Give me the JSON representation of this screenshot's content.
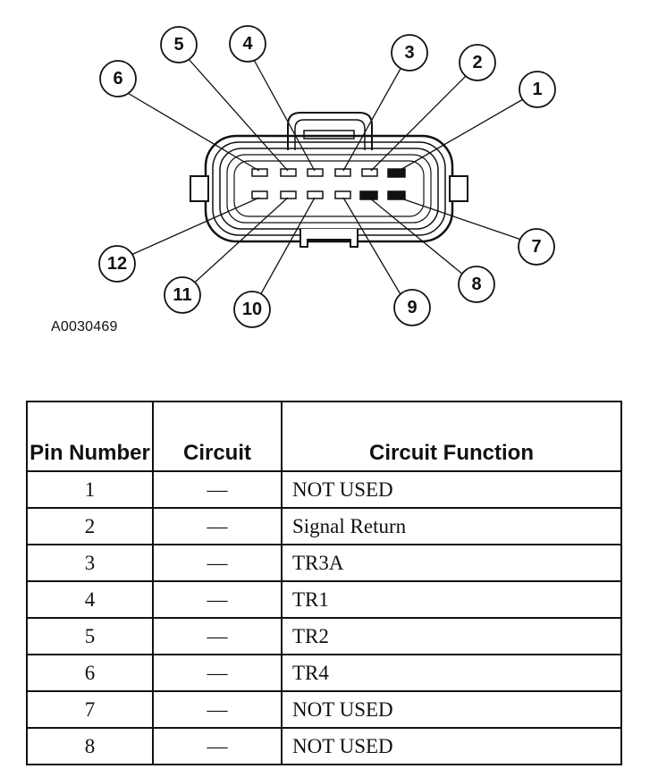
{
  "figure_id": "A0030469",
  "connector": {
    "callouts": [
      {
        "label": "1"
      },
      {
        "label": "2"
      },
      {
        "label": "3"
      },
      {
        "label": "4"
      },
      {
        "label": "5"
      },
      {
        "label": "6"
      },
      {
        "label": "7"
      },
      {
        "label": "8"
      },
      {
        "label": "9"
      },
      {
        "label": "10"
      },
      {
        "label": "11"
      },
      {
        "label": "12"
      }
    ]
  },
  "table": {
    "headers": {
      "pin_number": "Pin Number",
      "circuit": "Circuit",
      "function": "Circuit Function"
    },
    "rows": [
      {
        "pin": "1",
        "circuit": "—",
        "function": "NOT USED"
      },
      {
        "pin": "2",
        "circuit": "—",
        "function": "Signal Return"
      },
      {
        "pin": "3",
        "circuit": "—",
        "function": "TR3A"
      },
      {
        "pin": "4",
        "circuit": "—",
        "function": "TR1"
      },
      {
        "pin": "5",
        "circuit": "—",
        "function": "TR2"
      },
      {
        "pin": "6",
        "circuit": "—",
        "function": "TR4"
      },
      {
        "pin": "7",
        "circuit": "—",
        "function": "NOT USED"
      },
      {
        "pin": "8",
        "circuit": "—",
        "function": "NOT USED"
      }
    ]
  }
}
